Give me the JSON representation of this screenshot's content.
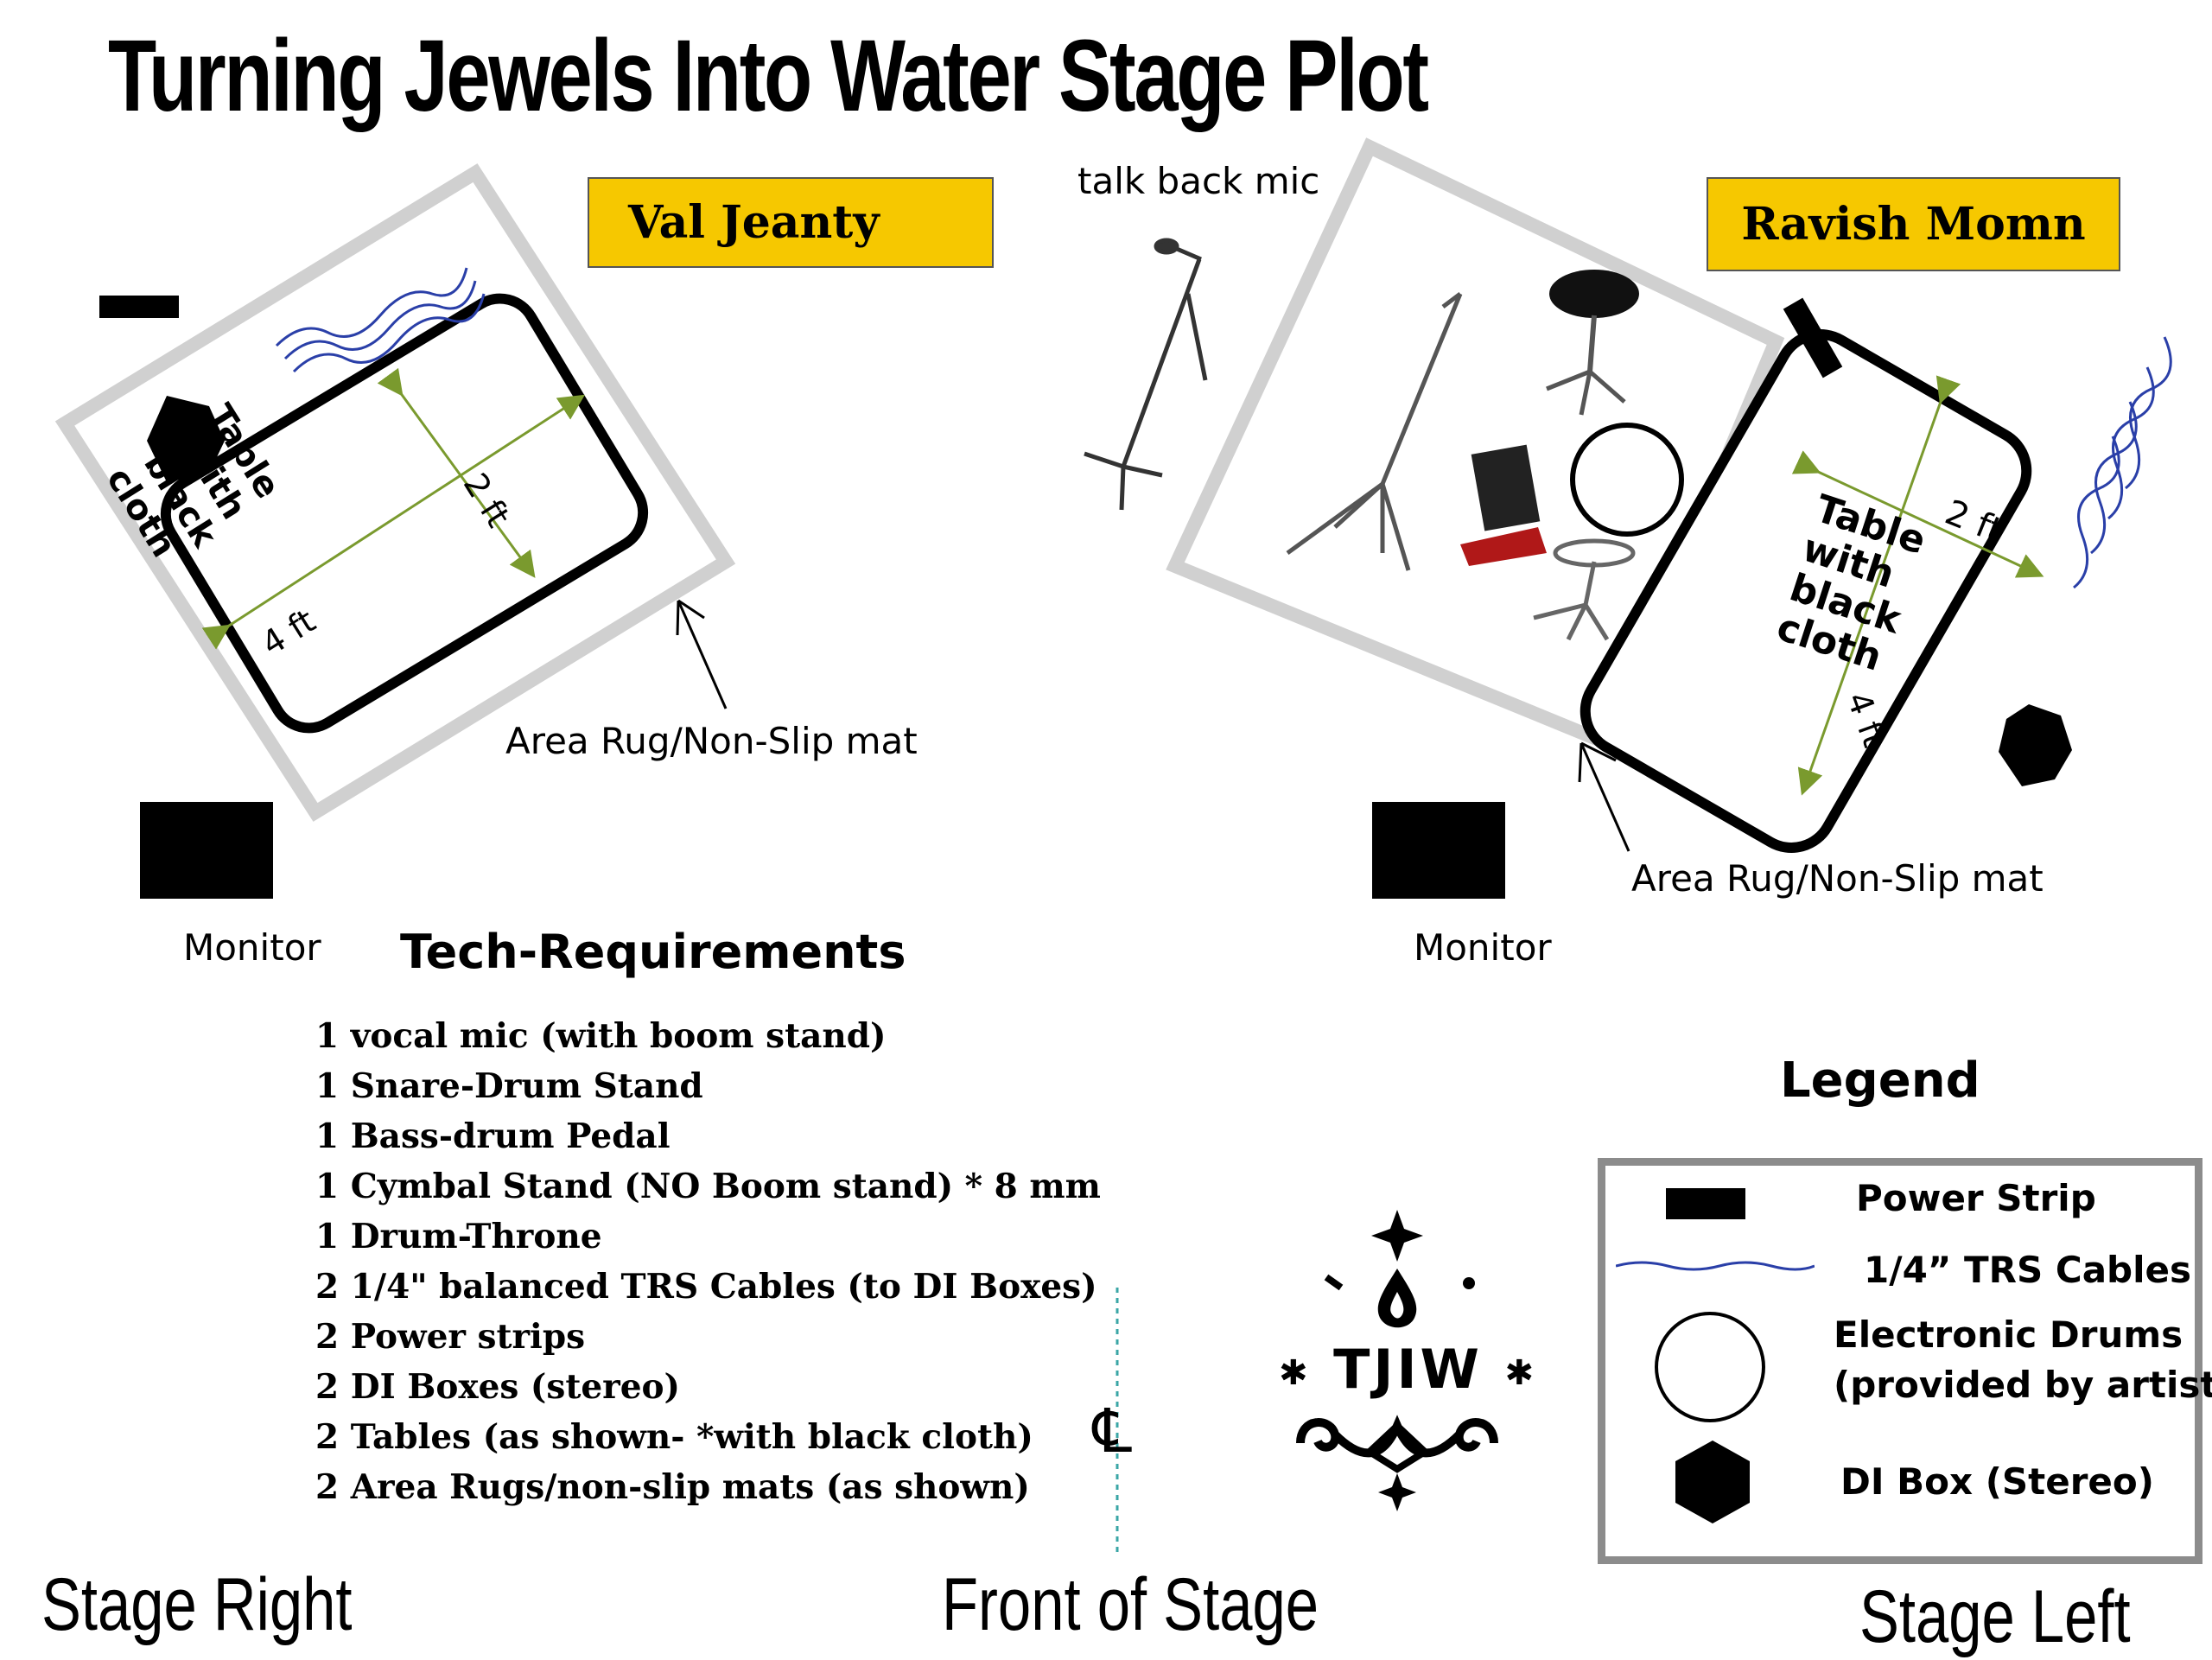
{
  "title": "Turning Jewels Into Water Stage Plot",
  "performers": {
    "left": "Val Jeanty",
    "right": "Ravish Momn"
  },
  "labels": {
    "talk_back_mic": "talk back mic",
    "area_rug_left": "Area Rug/Non-Slip mat",
    "area_rug_right": "Area Rug/Non-Slip mat",
    "monitor_left": "Monitor",
    "monitor_right": "Monitor",
    "table_left": [
      "Table",
      "with",
      "black",
      "cloth"
    ],
    "table_right": [
      "Table",
      "with",
      "black",
      "cloth"
    ],
    "dim_2ft": "2 ft",
    "dim_4ft": "4 ft",
    "centerline": "℄"
  },
  "tech_requirements": {
    "heading": "Tech-Requirements",
    "items": [
      "1 vocal mic (with boom stand)",
      "1 Snare-Drum Stand",
      "1 Bass-drum Pedal",
      "1 Cymbal Stand (NO Boom stand)  * 8 mm",
      "1 Drum-Throne",
      "2  1/4\" balanced TRS Cables (to DI Boxes)",
      "2 Power strips",
      "2 DI Boxes (stereo)",
      "2 Tables (as shown- *with black cloth)",
      "2 Area Rugs/non-slip mats (as shown)"
    ]
  },
  "logo": {
    "text": "TJIW"
  },
  "legend": {
    "heading": "Legend",
    "items": [
      {
        "icon": "power-strip-icon",
        "label": "Power Strip"
      },
      {
        "icon": "trs-cable-icon",
        "label": "1/4” TRS Cables"
      },
      {
        "icon": "electronic-drums-icon",
        "label": "Electronic Drums"
      },
      {
        "icon": "di-box-icon",
        "label": "DI Box (Stereo)"
      }
    ],
    "electronic_drums_note": "(provided by artist)"
  },
  "stage": {
    "stage_right": "Stage Right",
    "front": "Front of Stage",
    "stage_left": "Stage Left"
  },
  "colors": {
    "name_box": "#f6c800",
    "rug_outline": "#d0d0d0",
    "dimension_arrows": "#7a9a2e",
    "cables": "#2a3fa8",
    "centerline": "#3aa6a6",
    "legend_border": "#8c8c8c"
  }
}
